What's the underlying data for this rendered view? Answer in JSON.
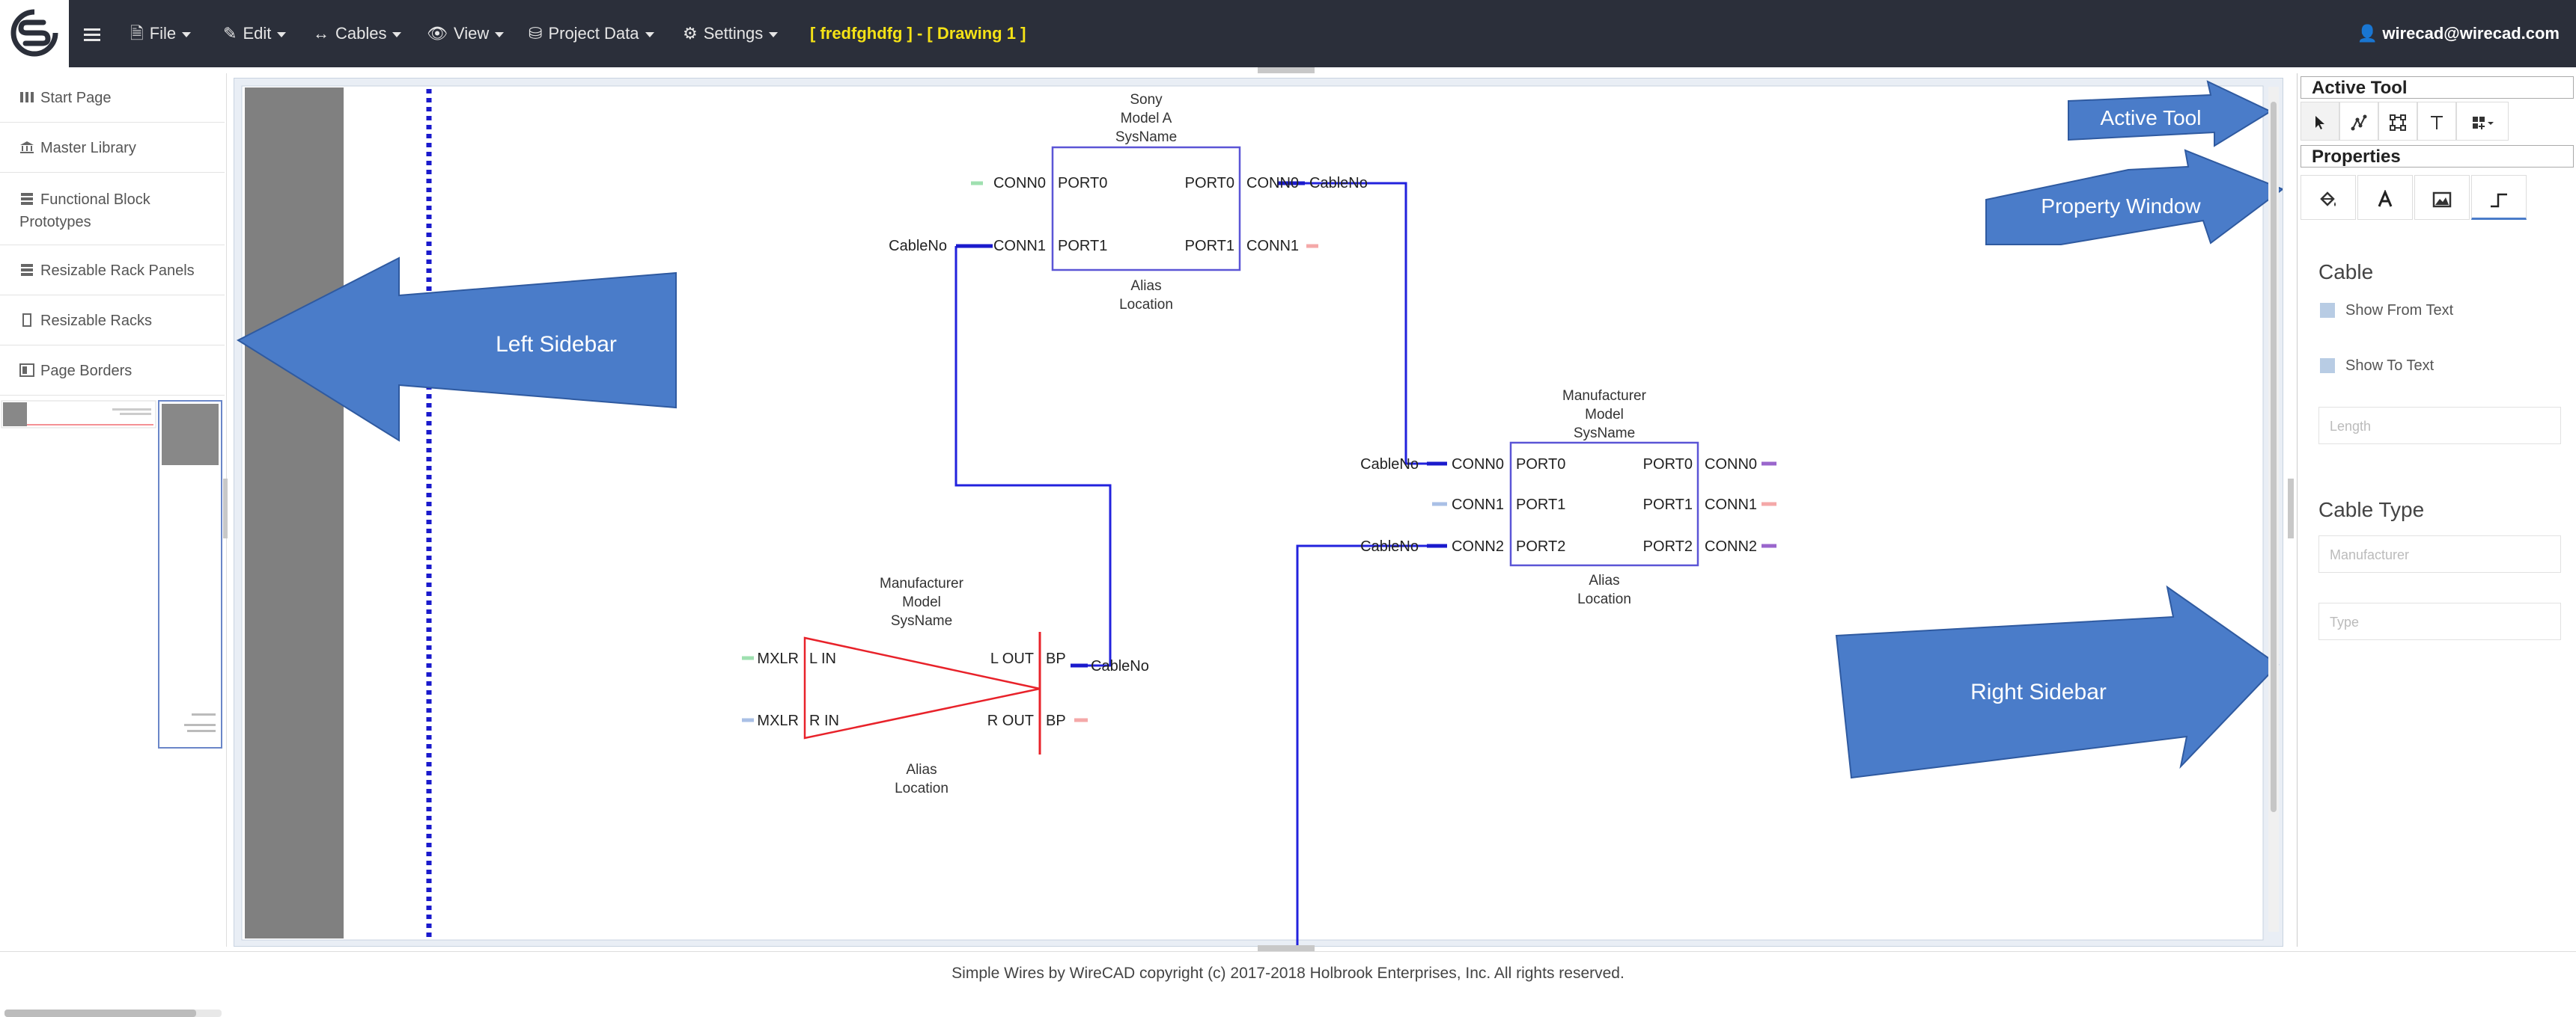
{
  "navbar": {
    "menu": [
      {
        "label": "File",
        "icon": "file-icon"
      },
      {
        "label": "Edit",
        "icon": "pencil-icon"
      },
      {
        "label": "Cables",
        "icon": "arrows-horizontal-icon"
      },
      {
        "label": "View",
        "icon": "eye-icon"
      },
      {
        "label": "Project Data",
        "icon": "database-icon"
      },
      {
        "label": "Settings",
        "icon": "gear-icon"
      }
    ],
    "drawing_title": "[ fredfghdfg ] - [ Drawing 1 ]",
    "user": "wirecad@wirecad.com"
  },
  "left_sidebar": {
    "items": [
      {
        "label": "Start Page",
        "icon": "columns-icon"
      },
      {
        "label": "Master Library",
        "icon": "bank-icon"
      },
      {
        "label": "Functional Block Prototypes",
        "icon": "stack-icon"
      },
      {
        "label": "Resizable Rack Panels",
        "icon": "rack-icon"
      },
      {
        "label": "Resizable Racks",
        "icon": "rectangle-icon"
      },
      {
        "label": "Page Borders",
        "icon": "page-border-icon"
      }
    ]
  },
  "right_sidebar": {
    "active_tool_title": "Active Tool",
    "properties_title": "Properties",
    "cable": {
      "label": "Cable",
      "show_from_text": "Show From Text",
      "show_to_text": "Show To Text",
      "length_placeholder": "Length"
    },
    "cable_type": {
      "label": "Cable Type",
      "manufacturer_placeholder": "Manufacturer",
      "type_placeholder": "Type"
    }
  },
  "annotations": {
    "active_tool": "Active Tool",
    "property_window": "Property Window",
    "left_sidebar": "Left Sidebar",
    "right_sidebar": "Right Sidebar"
  },
  "drawing": {
    "block_a": {
      "manufacturer": "Sony",
      "model": "Model A",
      "sysname": "SysName",
      "alias": "Alias",
      "location": "Location",
      "left_ports": [
        "PORT0",
        "PORT1"
      ],
      "right_ports": [
        "PORT0",
        "PORT1"
      ],
      "left_conns": [
        "CONN0",
        "CONN1"
      ],
      "right_conns": [
        "CONN0",
        "CONN1"
      ]
    },
    "block_b": {
      "manufacturer": "Manufacturer",
      "model": "Model",
      "sysname": "SysName",
      "alias": "Alias",
      "location": "Location",
      "left_ports": [
        "PORT0",
        "PORT1",
        "PORT2"
      ],
      "right_ports": [
        "PORT0",
        "PORT1",
        "PORT2"
      ],
      "left_conns": [
        "CONN0",
        "CONN1",
        "CONN2"
      ],
      "right_conns": [
        "CONN0",
        "CONN1",
        "CONN2"
      ]
    },
    "amp": {
      "manufacturer": "Manufacturer",
      "model": "Model",
      "sysname": "SysName",
      "alias": "Alias",
      "location": "Location",
      "inputs": [
        "L IN",
        "R IN"
      ],
      "outputs": [
        "L OUT",
        "R OUT"
      ],
      "in_conns": [
        "MXLR",
        "MXLR"
      ],
      "out_conns": [
        "BP",
        "BP"
      ]
    },
    "cable_label": "CableNo"
  },
  "footer": {
    "text": "Simple Wires by WireCAD copyright (c) 2017-2018 Holbrook Enterprises, Inc. All rights reserved."
  },
  "colors": {
    "navbar_bg": "#2b2f3a",
    "title_yellow": "#f5e216",
    "block_border": "#5b55d6",
    "cable_blue": "#1a1acc",
    "amp_red": "#e8222a",
    "annotation_blue": "#4a7cc9"
  }
}
